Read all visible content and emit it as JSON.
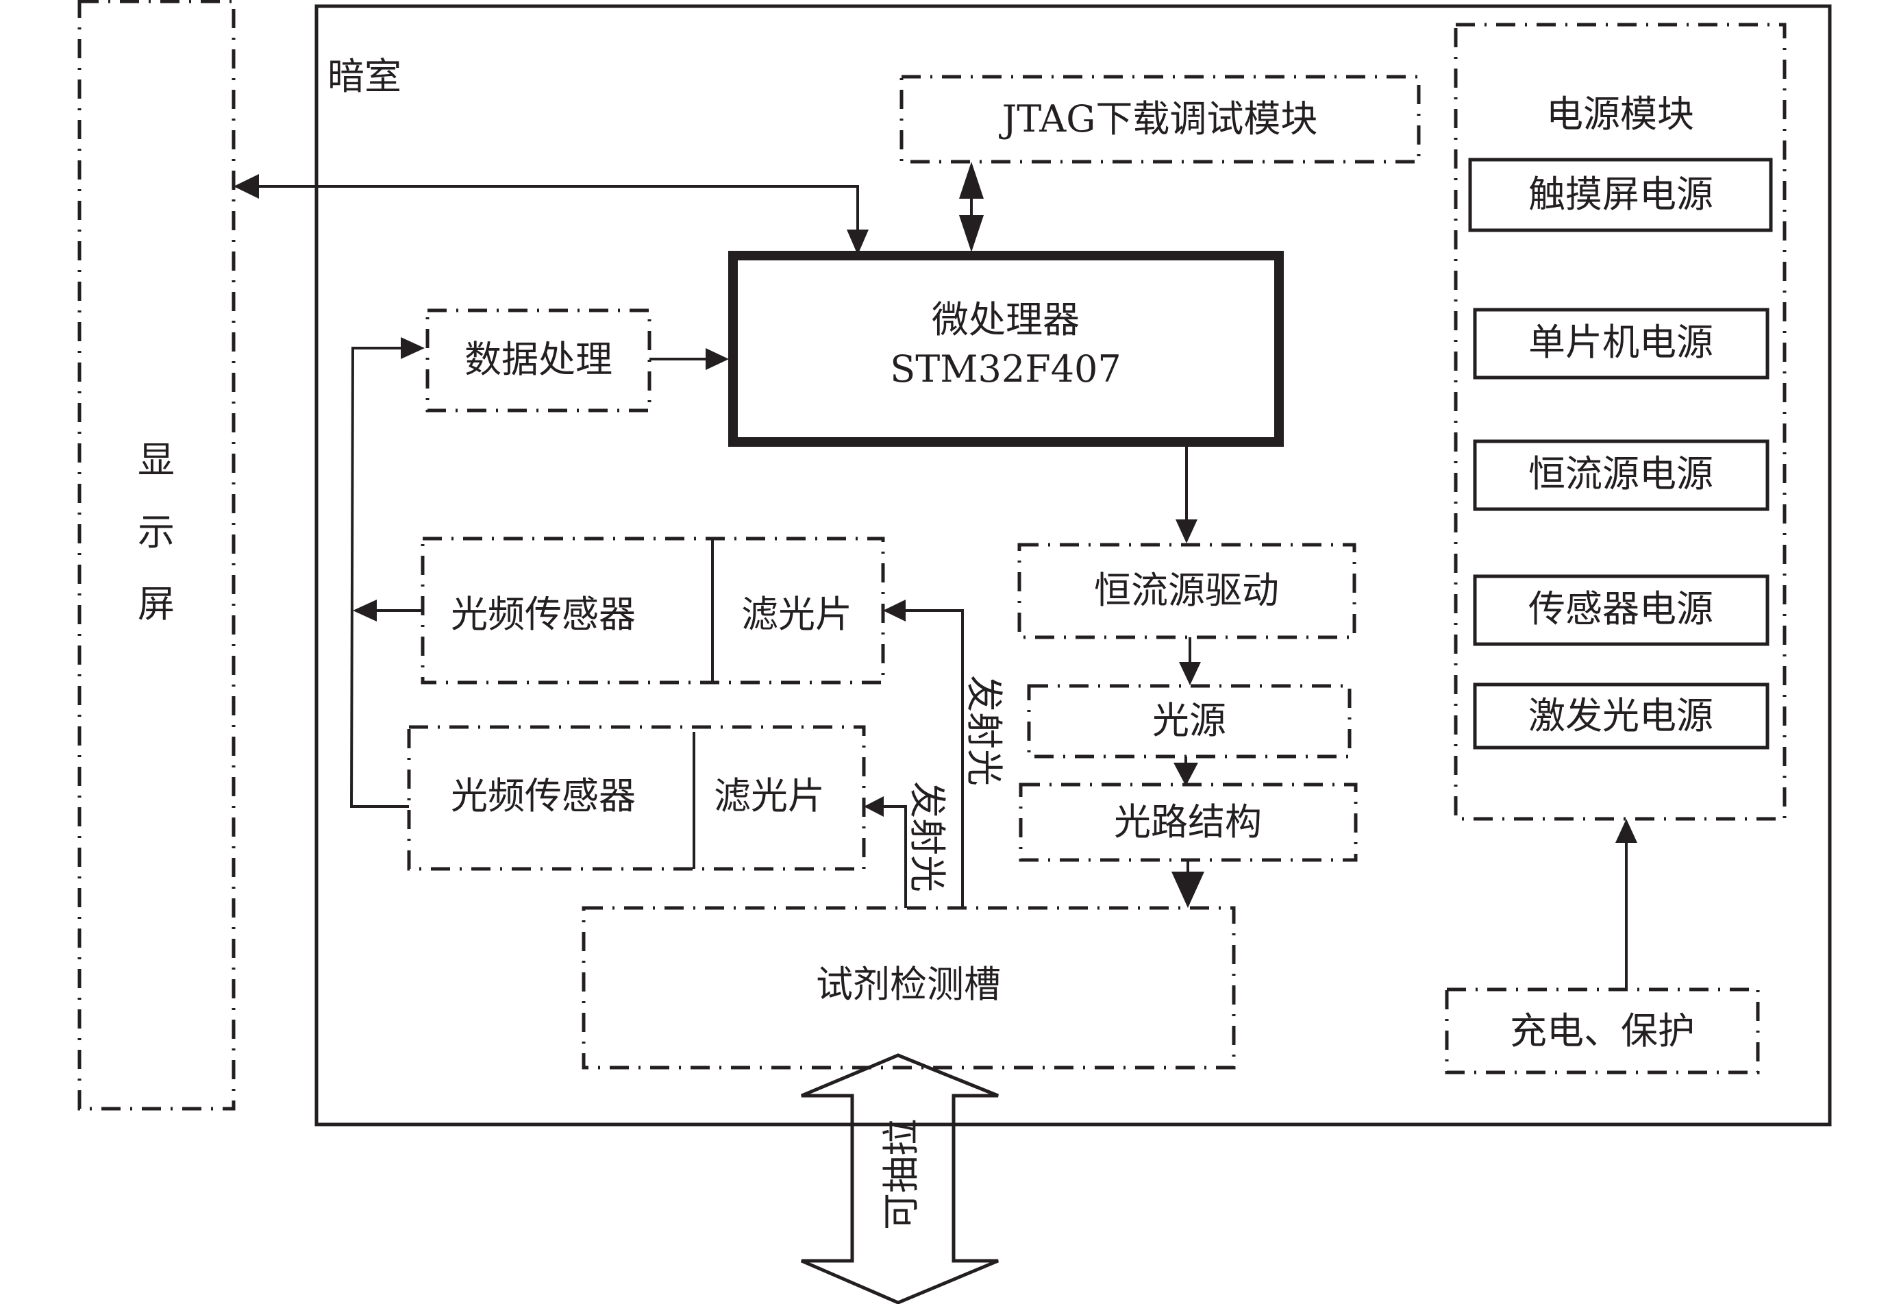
{
  "diagram": {
    "display": {
      "label": "显示屏",
      "chars": [
        "显",
        "示",
        "屏"
      ]
    },
    "darkroom": {
      "label": "暗室"
    },
    "jtag": {
      "label": "JTAG下载调试模块"
    },
    "mcu": {
      "title": "微处理器",
      "model": "STM32F407"
    },
    "data_processing": {
      "label": "数据处理"
    },
    "sensor_units": [
      {
        "sensor": "光频传感器",
        "filter": "滤光片",
        "light_label": "发射光"
      },
      {
        "sensor": "光频传感器",
        "filter": "滤光片",
        "light_label": "发射光"
      }
    ],
    "cc_driver": {
      "label": "恒流源驱动"
    },
    "light_source": {
      "label": "光源"
    },
    "optical_path": {
      "label": "光路结构"
    },
    "reagent_slot": {
      "label": "试剂检测槽"
    },
    "drawer": {
      "label": "可抽拉"
    },
    "power_module": {
      "title": "电源模块",
      "items": [
        "触摸屏电源",
        "单片机电源",
        "恒流源电源",
        "传感器电源",
        "激发光电源"
      ]
    },
    "charging": {
      "label": "充电、保护"
    }
  }
}
